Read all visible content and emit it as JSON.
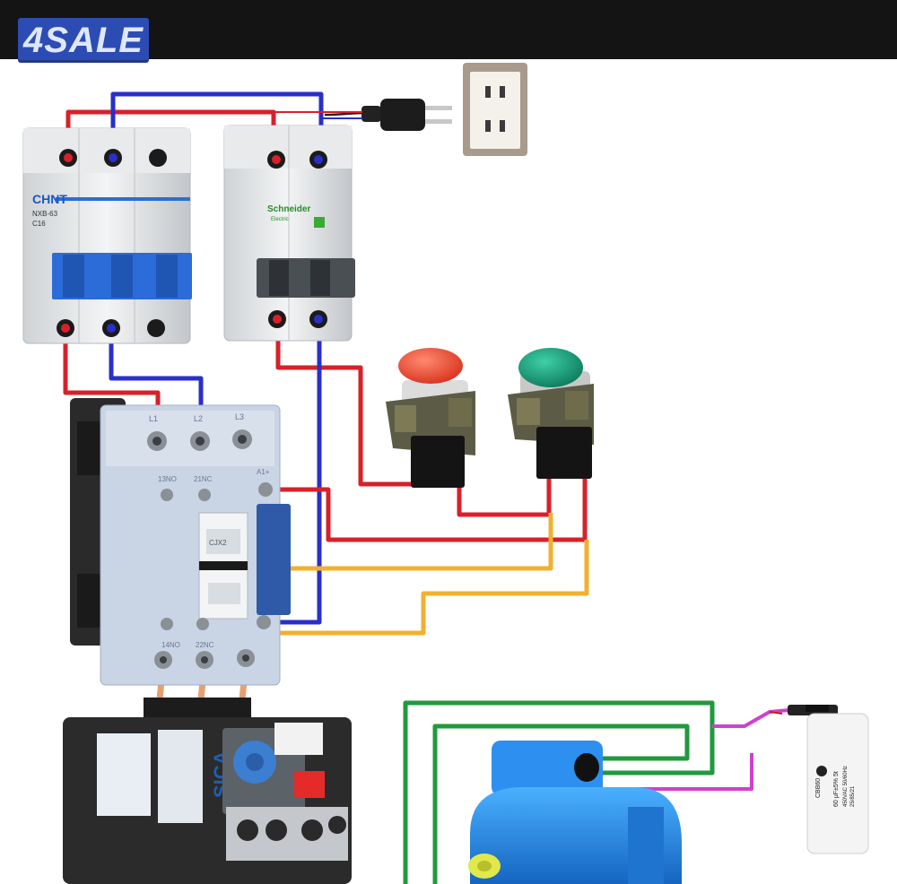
{
  "header": {
    "logo_text": "4SALE"
  },
  "devices": {
    "mcb_3pole": {
      "brand": "CHNT",
      "model": "NXB-63",
      "rating": "C16"
    },
    "mcb_2pole": {
      "brand": "Schneider",
      "sub": "Electric"
    },
    "contactor": {
      "terminals_top": [
        "L1",
        "L2",
        "L3"
      ],
      "aux_left": "13NO",
      "aux_mid": "21NC",
      "coil_top": "A1+",
      "aux_bottom_left": "14NO",
      "aux_bottom_mid": "22NC",
      "window": "CJX2"
    },
    "overload_relay": {
      "brand": "SICA"
    },
    "capacitor": {
      "brand": "CBB60",
      "value": "60 μF±5% 5t",
      "voltage": "450VAC 50/60Hz",
      "code": "25/85/21"
    }
  },
  "colors": {
    "phase": "#d8202a",
    "neutral": "#2a2fc8",
    "control": "#f0b030",
    "motor": "#1f9a3c",
    "capacitor_lead": "#d040d0",
    "topbar": "#141414",
    "logo_bg": "#2c4cb4"
  }
}
